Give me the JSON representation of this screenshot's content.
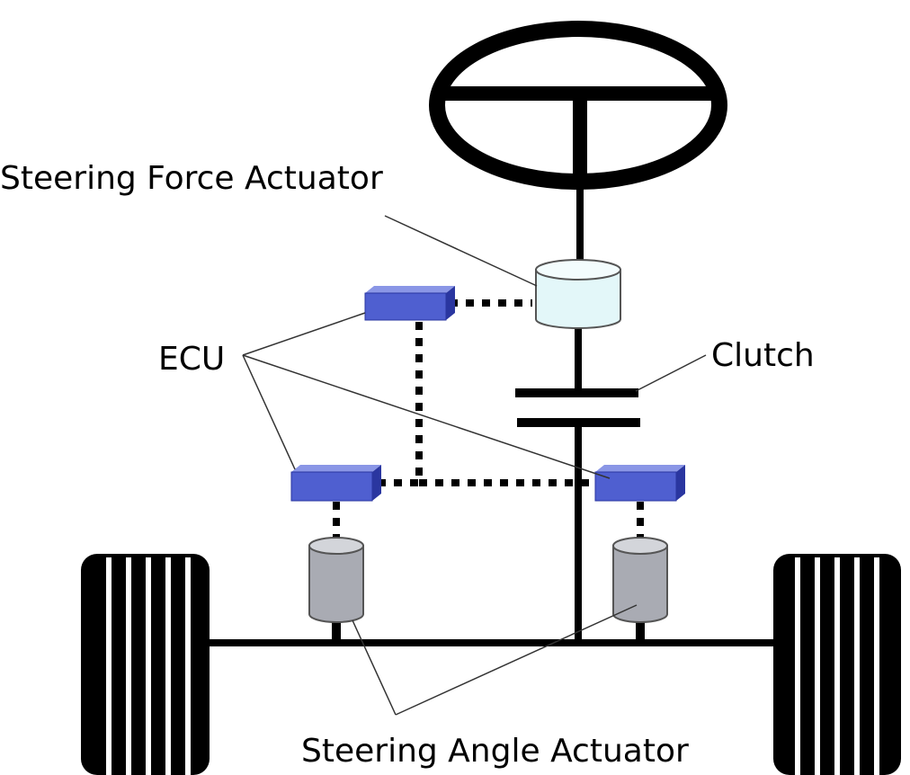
{
  "labels": {
    "steering_force_actuator": "Steering Force Actuator",
    "ecu": "ECU",
    "clutch": "Clutch",
    "steering_angle_actuator": "Steering Angle Actuator"
  },
  "colors": {
    "line": "#000000",
    "ecu_front": "#4f5fd0",
    "ecu_top": "#8a96e6",
    "ecu_side": "#2a36a0",
    "force_actuator_fill": "#e3f7f9",
    "angle_actuator_fill": "#a9abb3",
    "angle_actuator_top": "#d3d5da"
  }
}
